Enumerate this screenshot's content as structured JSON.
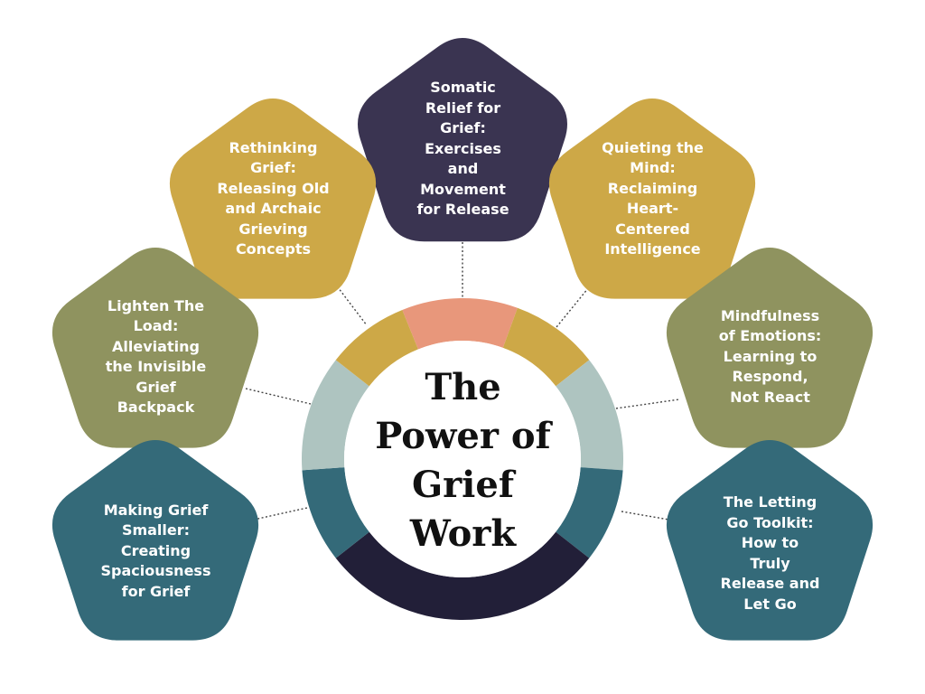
{
  "title": "The\nPower of\nGrief\nWork",
  "colors": {
    "gold": "#CDA847",
    "navy": "#3A3451",
    "olive": "#8F935F",
    "teal": "#346A79",
    "sage": "#AEC4C0",
    "salmon": "#E8977B",
    "dark": "#221F38",
    "text": "#FFFFFF",
    "connector": "#444444"
  },
  "nodes": [
    {
      "id": "somatic-relief",
      "label": "Somatic\nRelief for\nGrief:\nExercises\nand\nMovement\nfor Release",
      "color": "#3A3451"
    },
    {
      "id": "rethinking-grief",
      "label": "Rethinking\nGrief:\nReleasing Old\nand Archaic\nGrieving\nConcepts",
      "color": "#CDA847"
    },
    {
      "id": "quieting-mind",
      "label": "Quieting the\nMind:\nReclaiming\nHeart-\nCentered\nIntelligence",
      "color": "#CDA847"
    },
    {
      "id": "lighten-load",
      "label": "Lighten The\nLoad:\nAlleviating\nthe Invisible\nGrief\nBackpack",
      "color": "#8F935F"
    },
    {
      "id": "mindfulness-emotions",
      "label": "Mindfulness\nof Emotions:\nLearning to\nRespond,\nNot React",
      "color": "#8F935F"
    },
    {
      "id": "making-grief-smaller",
      "label": "Making Grief\nSmaller:\nCreating\nSpaciousness\nfor Grief",
      "color": "#346A79"
    },
    {
      "id": "letting-go-toolkit",
      "label": "The Letting\nGo Toolkit:\nHow to\nTruly\nRelease and\nLet Go",
      "color": "#346A79"
    }
  ]
}
